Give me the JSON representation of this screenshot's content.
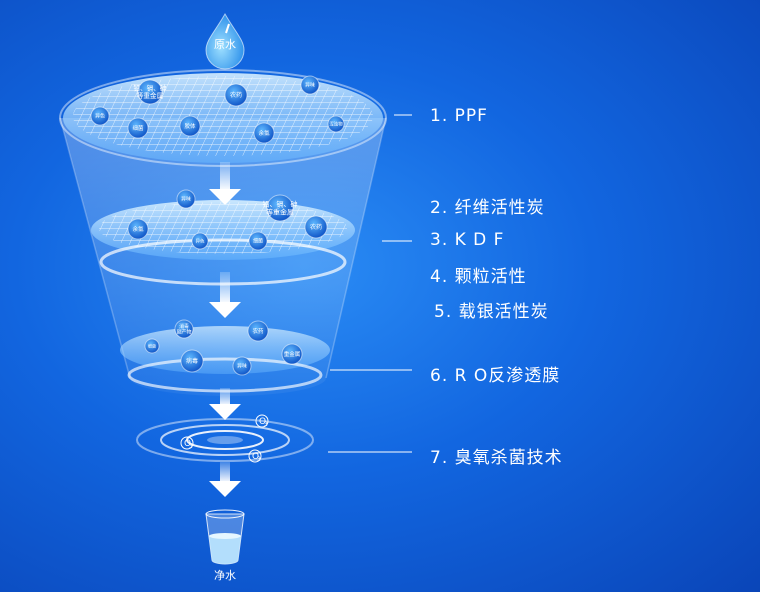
{
  "source_water": "原水",
  "clean_water": "净水",
  "ozone_symbol": "O",
  "ozone_subscript": "3",
  "stages": [
    {
      "label": "1. PPF"
    },
    {
      "label": "2. 纤维活性炭"
    },
    {
      "label": "3. K D F"
    },
    {
      "label": "4. 颗粒活性"
    },
    {
      "label": "5. 载银活性炭"
    },
    {
      "label": "6. R O反渗透膜"
    },
    {
      "label": "7. 臭氧杀菌技术"
    }
  ],
  "layer1_contaminants": [
    "铅、镉、砷等重金属",
    "农药",
    "异味",
    "异色",
    "细菌",
    "胶体",
    "余氯",
    "浑浊物"
  ],
  "layer2_contaminants": [
    "异味",
    "铅、镉、砷等重金属",
    "余氯",
    "异色",
    "细菌",
    "农药"
  ],
  "layer3_contaminants": [
    "消毒副产物",
    "农药",
    "细菌",
    "病毒",
    "异味",
    "重金属"
  ],
  "colors": {
    "accent": "#ffffff",
    "background": "#1266e0"
  }
}
